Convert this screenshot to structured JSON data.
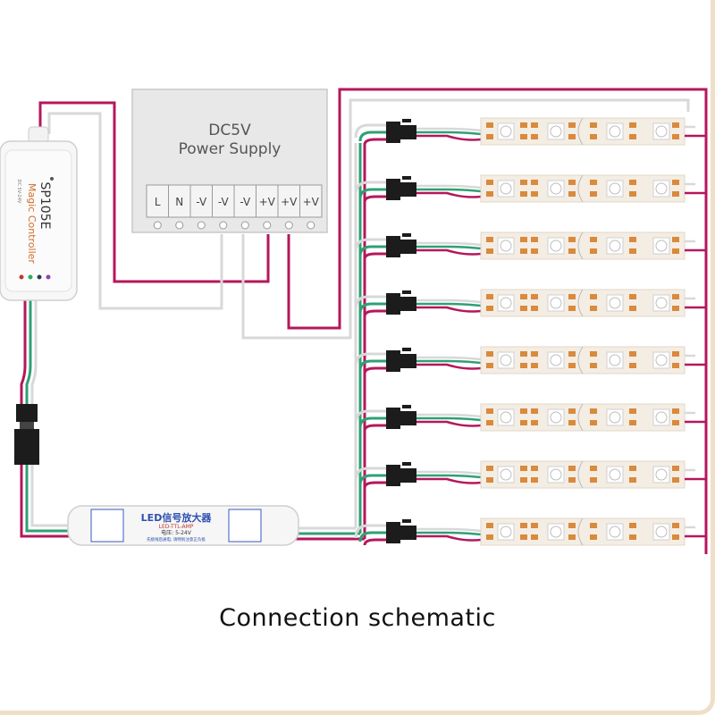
{
  "power_supply": {
    "title_line1": "DC5V",
    "title_line2": "Power Supply",
    "terminals": [
      "L",
      "N",
      "-V",
      "-V",
      "-V",
      "+V",
      "+V",
      "+V"
    ]
  },
  "controller": {
    "model": "SP105E",
    "name": "Magic Controller",
    "small_text": "DC 5V-24V"
  },
  "amplifier": {
    "title": "LED信号放大器",
    "subtitle": "LED-TTL-AMP",
    "spec": "电压: 5-24V",
    "note": "先接线后通电, 请特别注意正负极"
  },
  "caption": "Connection schematic",
  "strips": {
    "count": 8
  },
  "colors": {
    "red_wire": "#b5175b",
    "green_wire": "#2fa074",
    "white_wire": "#d8d8d8",
    "strip": "#f4ede4",
    "chip": "#d98a3c",
    "connector": "#1c1c1c",
    "psu_fill": "#e8e8e8",
    "border": "#f0dfc8"
  }
}
